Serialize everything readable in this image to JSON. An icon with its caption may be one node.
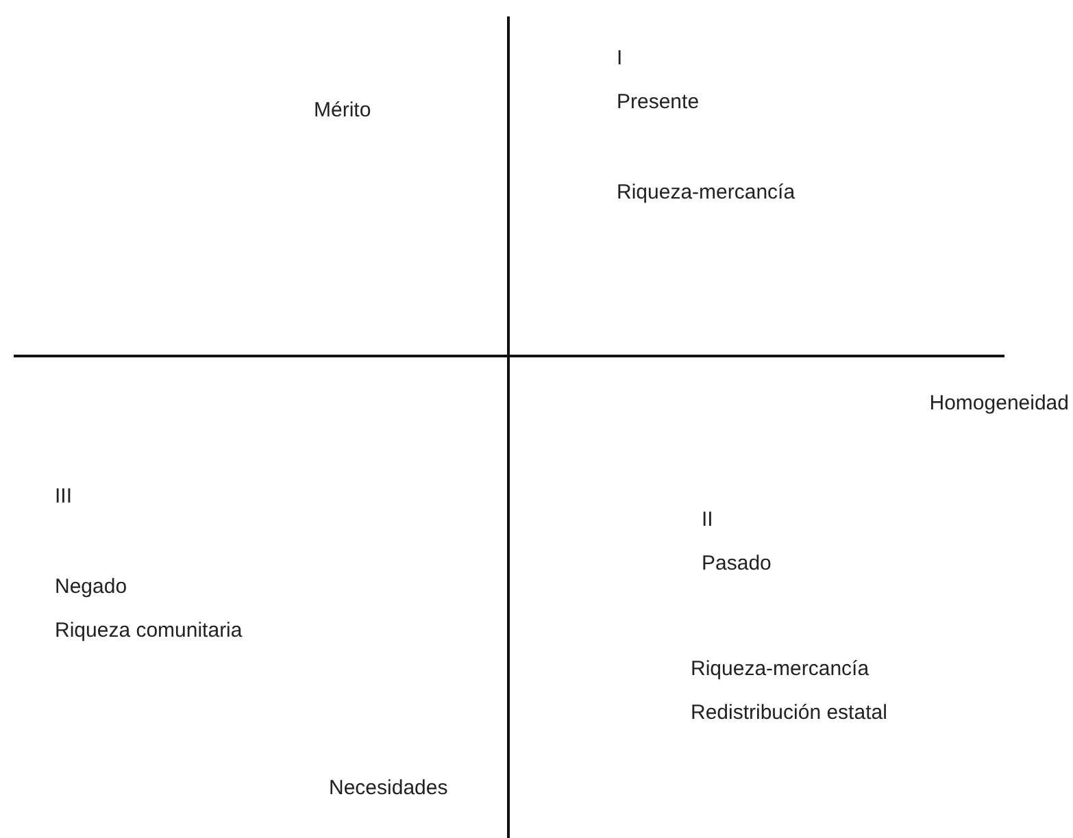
{
  "diagram": {
    "labels": [
      "I",
      "Mérito",
      "Presente",
      "Riqueza-mercancía",
      "Homogeneidad",
      "III",
      "II",
      "Pasado",
      "Negado",
      "Riqueza comunitaria",
      "Riqueza-mercancía",
      "Redistribución estatal",
      "Necesidades"
    ]
  }
}
